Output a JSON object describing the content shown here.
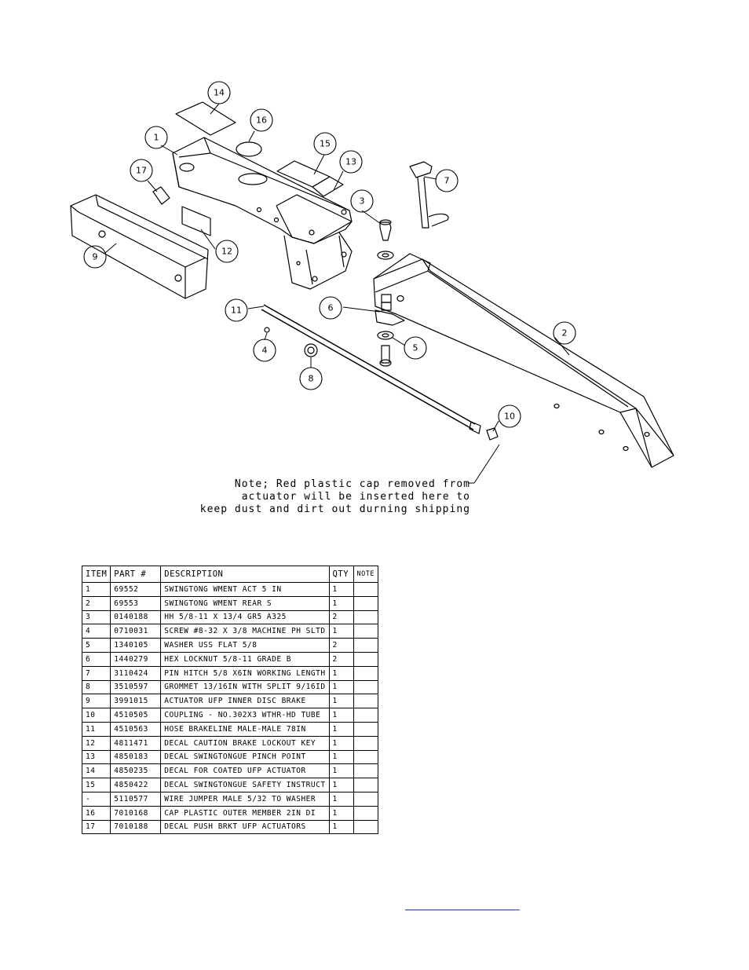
{
  "callouts": [
    "1",
    "2",
    "3",
    "4",
    "5",
    "6",
    "7",
    "8",
    "9",
    "10",
    "11",
    "12",
    "13",
    "14",
    "15",
    "16",
    "17"
  ],
  "note": {
    "line1": "Note; Red plastic cap removed from",
    "line2": "actuator will be inserted here to",
    "line3": "keep dust and dirt out durning shipping"
  },
  "table": {
    "headers": [
      "ITEM",
      "PART #",
      "DESCRIPTION",
      "QTY",
      "NOTE"
    ],
    "rows": [
      [
        "1",
        "69552",
        "SWINGTONG WMENT ACT 5 IN",
        "1",
        ""
      ],
      [
        "2",
        "69553",
        "SWINGTONG WMENT REAR S",
        "1",
        ""
      ],
      [
        "3",
        "0140188",
        "HH 5/8-11 X 13/4  GR5 A325",
        "2",
        ""
      ],
      [
        "4",
        "0710031",
        "SCREW #8-32 X 3/8 MACHINE PH SLTD",
        "1",
        ""
      ],
      [
        "5",
        "1340105",
        "WASHER USS FLAT 5/8",
        "2",
        ""
      ],
      [
        "6",
        "1440279",
        "HEX LOCKNUT 5/8-11 GRADE B",
        "2",
        ""
      ],
      [
        "7",
        "3110424",
        "PIN HITCH 5/8 X6IN WORKING LENGTH",
        "1",
        ""
      ],
      [
        "8",
        "3510597",
        "GROMMET 13/16IN  WITH SPLIT 9/16ID",
        "1",
        ""
      ],
      [
        "9",
        "3991015",
        "ACTUATOR UFP INNER  DISC BRAKE",
        "1",
        ""
      ],
      [
        "10",
        "4510505",
        "COUPLING - NO.302X3 WTHR-HD TUBE",
        "1",
        ""
      ],
      [
        "11",
        "4510563",
        "HOSE BRAKELINE MALE-MALE 78IN",
        "1",
        ""
      ],
      [
        "12",
        "4811471",
        "DECAL CAUTION BRAKE LOCKOUT KEY",
        "1",
        ""
      ],
      [
        "13",
        "4850183",
        "DECAL SWINGTONGUE PINCH POINT",
        "1",
        ""
      ],
      [
        "14",
        "4850235",
        "DECAL FOR COATED UFP ACTUATOR",
        "1",
        ""
      ],
      [
        "15",
        "4850422",
        "DECAL SWINGTONGUE SAFETY INSTRUCT",
        "1",
        ""
      ],
      [
        "-",
        "5110577",
        "WIRE JUMPER MALE 5/32 TO WASHER",
        "1",
        ""
      ],
      [
        "16",
        "7010168",
        "CAP  PLASTIC OUTER MEMBER 2IN DI",
        "1",
        ""
      ],
      [
        "17",
        "7010188",
        "DECAL PUSH BRKT UFP ACTUATORS",
        "1",
        ""
      ]
    ]
  },
  "colors": {
    "line": "#000000",
    "link": "#1a37c8"
  }
}
